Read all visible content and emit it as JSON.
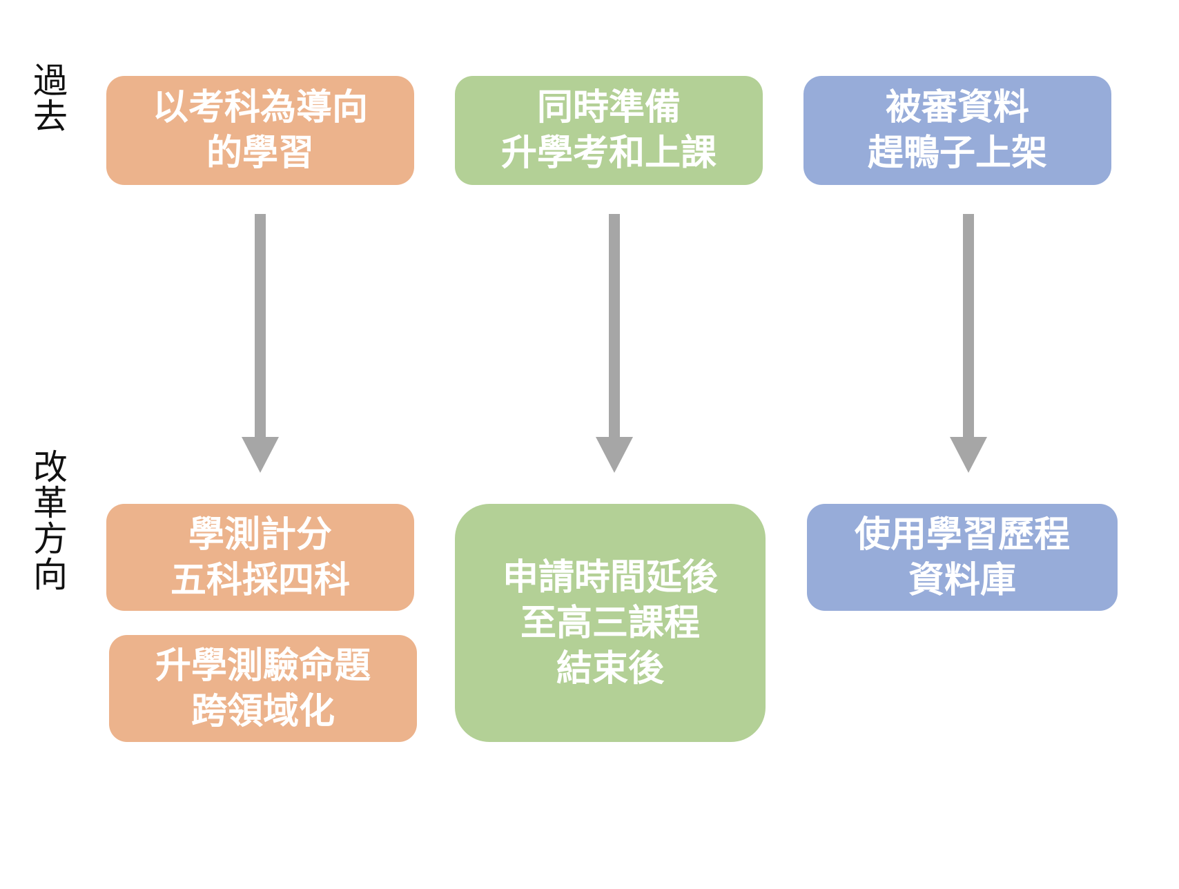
{
  "labels": {
    "past": "過去",
    "reform": "改革方向"
  },
  "past": [
    {
      "line1": "以考科為導向",
      "line2": "的學習",
      "color": "#ecb38c"
    },
    {
      "line1": "同時準備",
      "line2": "升學考和上課",
      "color": "#b3d096"
    },
    {
      "line1": "被審資料",
      "line2": "趕鴨子上架",
      "color": "#97acd9"
    }
  ],
  "reform": {
    "col1": [
      {
        "line1": "學測計分",
        "line2": "五科採四科"
      },
      {
        "line1": "升學測驗命題",
        "line2": "跨領域化"
      }
    ],
    "col2": {
      "line1": "申請時間延後",
      "line2": "至高三課程",
      "line3": "結束後"
    },
    "col3": {
      "line1": "使用學習歷程",
      "line2": "資料庫"
    }
  },
  "arrow_color": "#a6a6a6"
}
